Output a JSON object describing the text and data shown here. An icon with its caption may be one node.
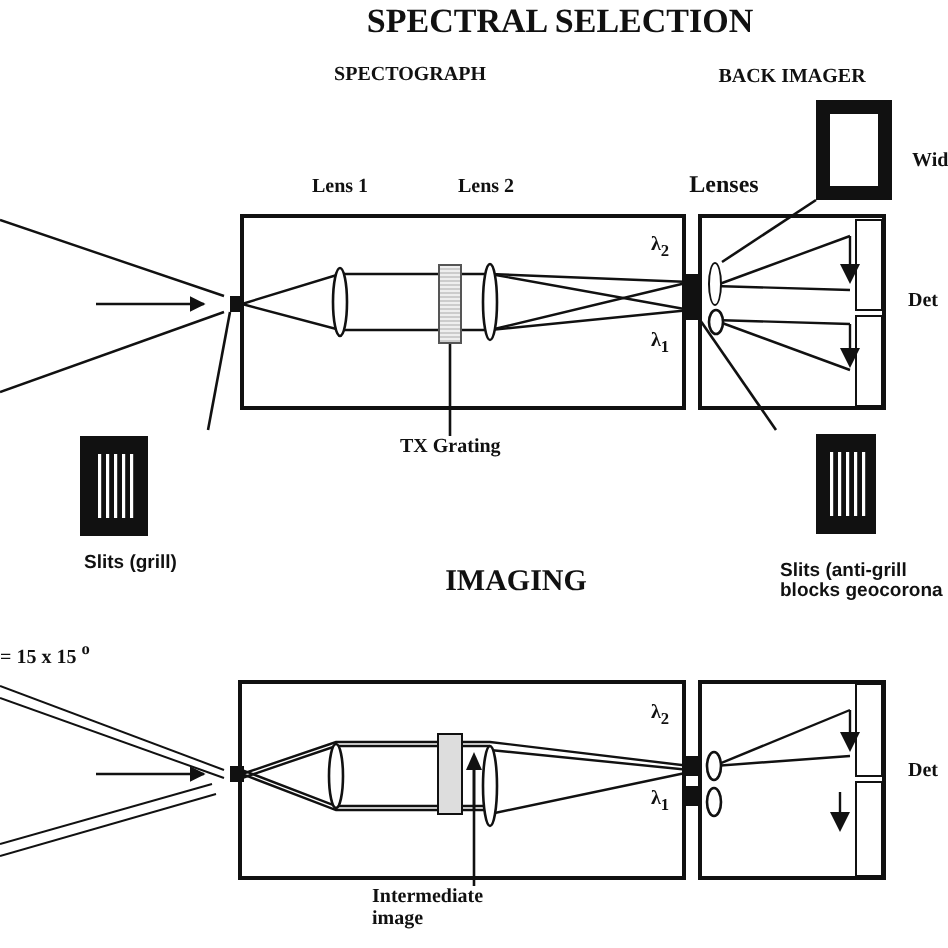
{
  "diagram": {
    "nodes": [
      {
        "text": [],
        "shape": "box"
      },
      {
        "text": [],
        "shape": "box"
      },
      {
        "text": [],
        "shape": "box",
        "beside": [
          "Wid"
        ]
      },
      {
        "text": [],
        "shape": "box"
      },
      {
        "text": [],
        "shape": "ellipse",
        "in": 1
      },
      {
        "text": [],
        "shape": "box",
        "in": 0
      },
      {
        "text": [],
        "shape": "box"
      },
      {
        "text": [
          "Slits (grill)"
        ]
      },
      {
        "text": [
          "TX Grating"
        ]
      },
      {
        "text": [
          "Slits (anti-grill blocks geocorona"
        ]
      },
      {
        "text": [],
        "shape": "box"
      },
      {
        "text": [],
        "shape": "box"
      },
      {
        "text": [
          "Intermediate image"
        ]
      },
      {
        "text": [],
        "shape": "arrow",
        "in": 10
      }
    ],
    "edges": [
      {
        "from": 2,
        "to": 4,
        "arrow": "none"
      },
      {
        "from": 7,
        "to": 3,
        "arrow": "none"
      },
      {
        "from": 8,
        "to": 5,
        "arrow": "none"
      },
      {
        "from": 9,
        "to": 6,
        "arrow": "none"
      },
      {
        "from": 12,
        "to": 13,
        "arrow": "none"
      }
    ],
    "labels": [
      "SPECTRAL SELECTION",
      "SPECTOGRAPH",
      "BACK IMAGER",
      "Lens 1",
      "Lens 2",
      "Lenses",
      "λ$_{2}$",
      "λ$_{1}$",
      "Det",
      "IMAGING",
      "= 15 x 15 $^{o}$",
      "λ$_{2}$",
      "λ$_{1}$",
      "Det"
    ]
  }
}
